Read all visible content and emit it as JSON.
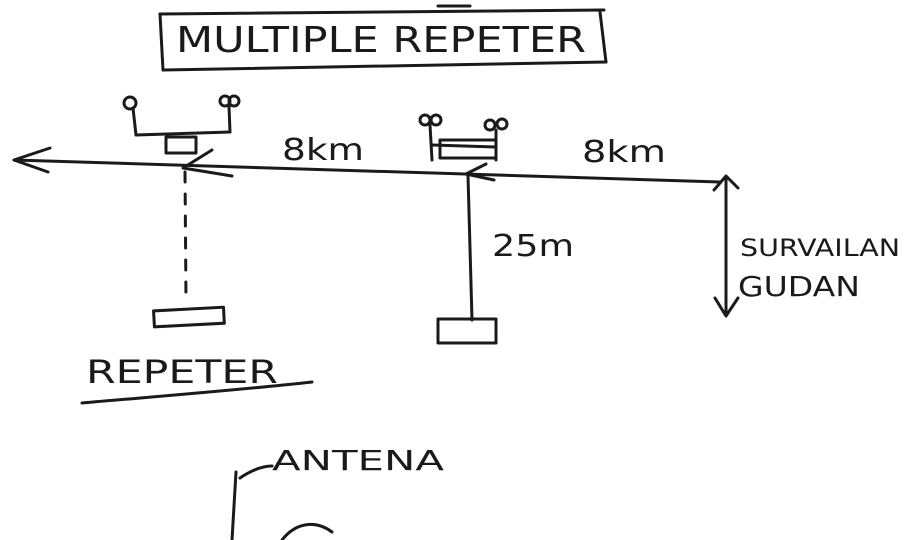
{
  "title": "MULTIPLE REPETER",
  "labels": {
    "distance_left": "8km",
    "distance_right": "8km",
    "mast_height": "25m",
    "repeater": "REPETER",
    "surveillance": "SURVAILAN",
    "surveillance_line2": "GUDAN",
    "antenna": "ANTENA"
  },
  "colors": {
    "ink": "#1a1a1a",
    "paper": "#ffffff"
  }
}
